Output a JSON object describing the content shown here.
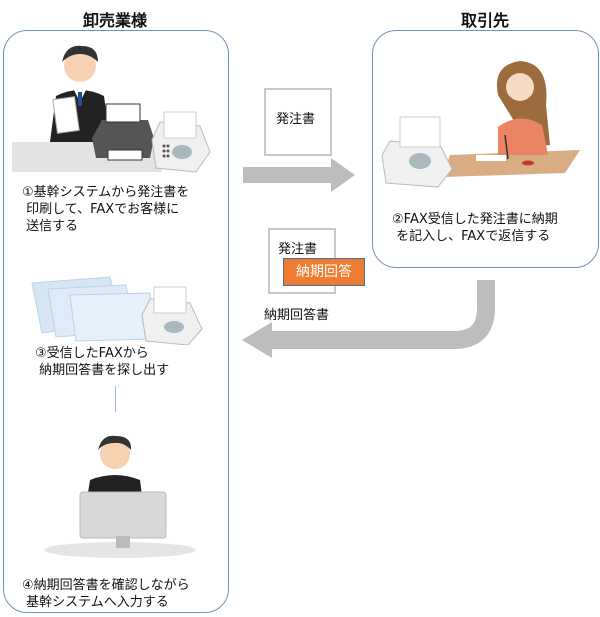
{
  "wholesaler": {
    "title": "卸売業様",
    "step1": "①基幹システムから発注書を\n 印刷して、FAXでお客様に\n 送信する",
    "step3": "③受信したFAXから\n 納期回答書を探し出す",
    "step4": "④納期回答書を確認しながら\n 基幹システムへ入力する"
  },
  "partner": {
    "title": "取引先",
    "step2": "②FAX受信した発注書に納期\n を記入し、FAXで返信する"
  },
  "flow": {
    "order_doc": "発注書",
    "reply_doc_title": "発注書",
    "reply_stamp": "納期回答",
    "reply_doc_caption": "納期回答書"
  },
  "colors": {
    "box_border": "#6f93bd",
    "arrow": "#bdbdbd",
    "stamp": "#ef7d31"
  }
}
